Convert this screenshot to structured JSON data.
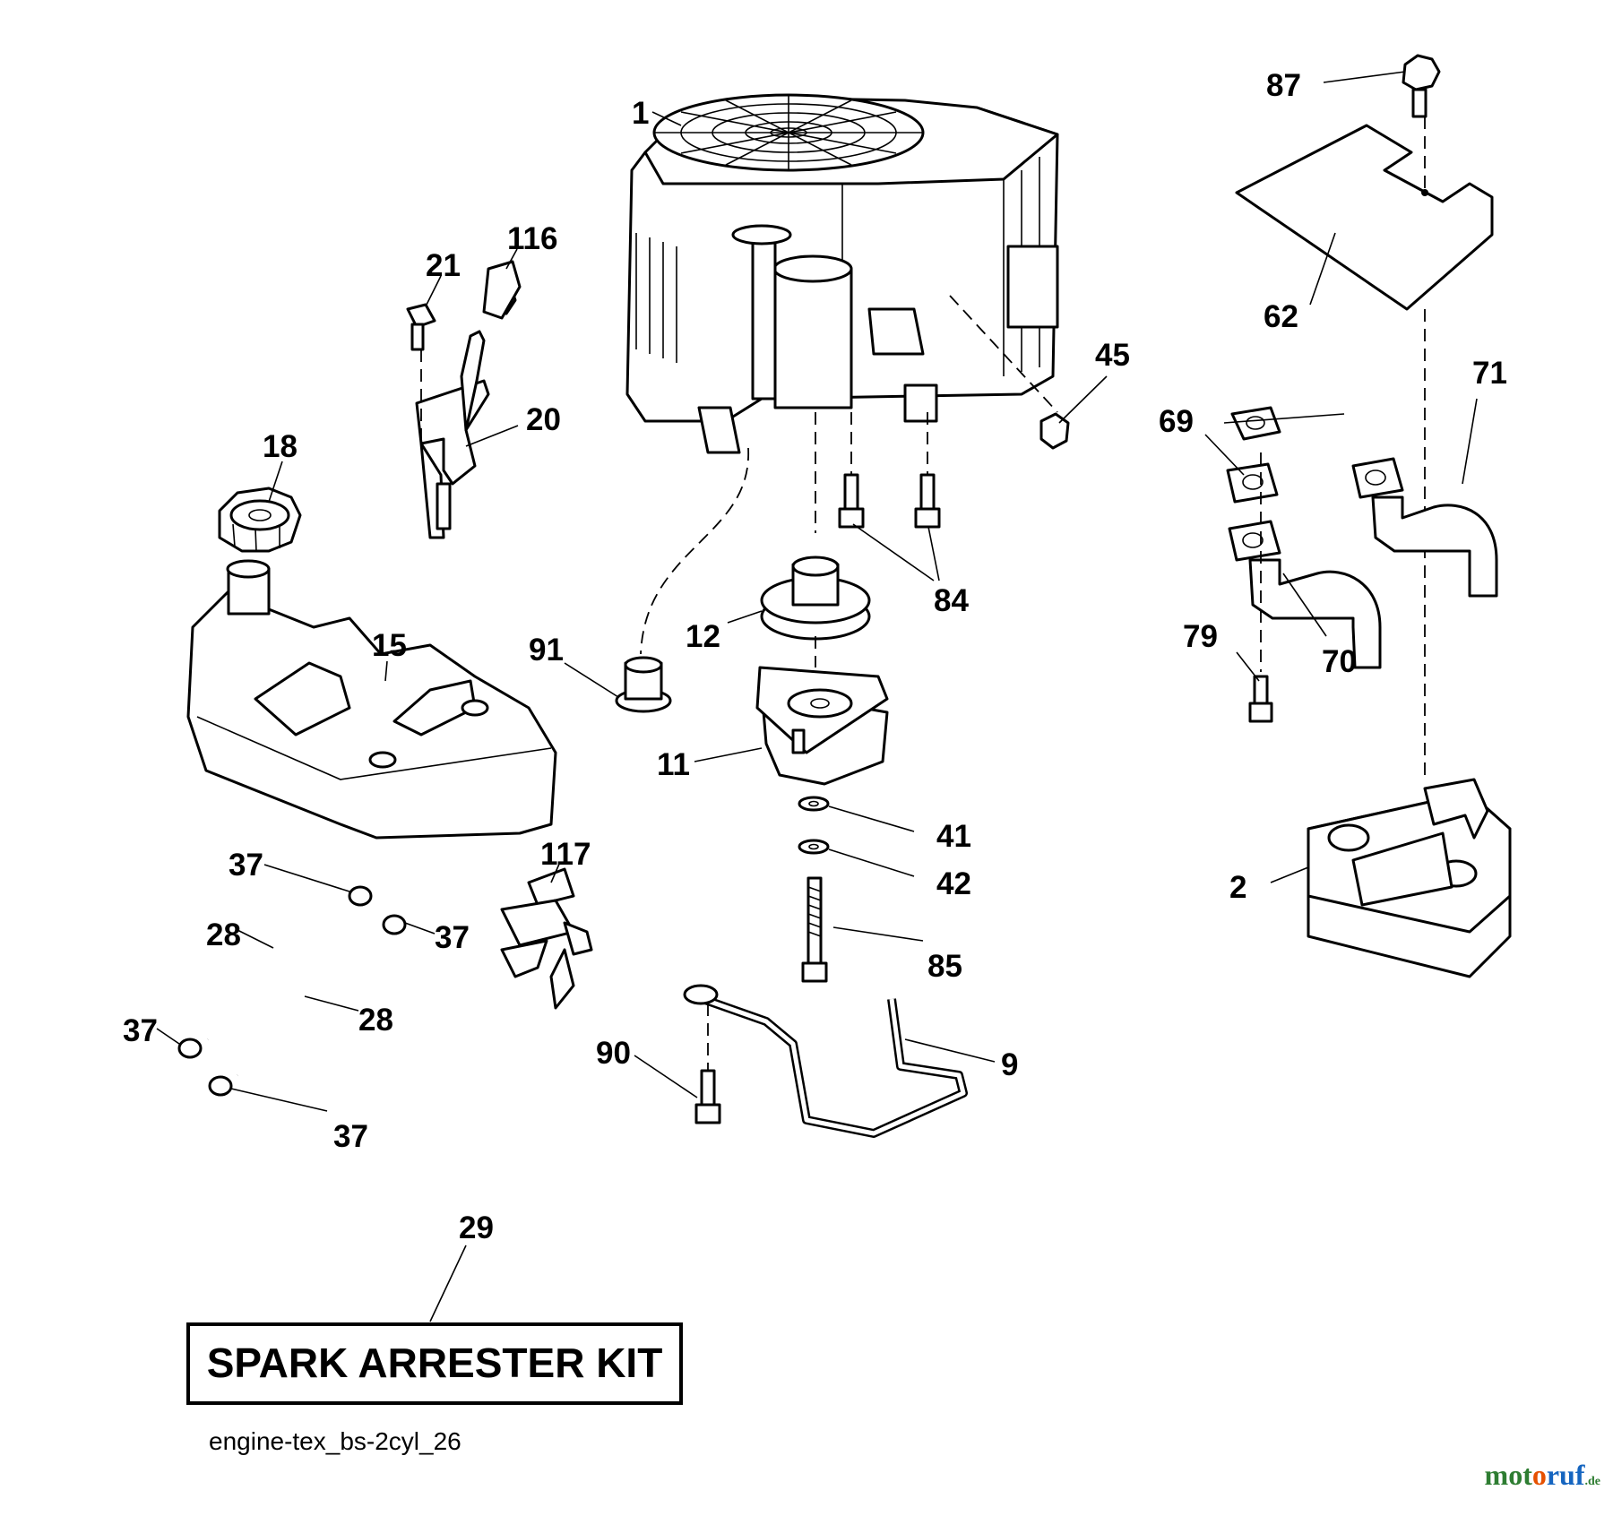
{
  "labels": {
    "p1": "1",
    "p87": "87",
    "p116": "116",
    "p21": "21",
    "p62": "62",
    "p45": "45",
    "p71": "71",
    "p20": "20",
    "p69": "69",
    "p18": "18",
    "p84": "84",
    "p12": "12",
    "p91": "91",
    "p15": "15",
    "p79": "79",
    "p70": "70",
    "p11": "11",
    "p41": "41",
    "p42": "42",
    "p2": "2",
    "p117": "117",
    "p37a": "37",
    "p37b": "37",
    "p37c": "37",
    "p37d": "37",
    "p28a": "28",
    "p28b": "28",
    "p85": "85",
    "p90": "90",
    "p9": "9",
    "p29": "29"
  },
  "kit_box": {
    "text": "SPARK ARRESTER KIT"
  },
  "diagram_code": "engine-tex_bs-2cyl_26",
  "watermark": {
    "part1": "mot",
    "part2": "o",
    "part3": "ruf",
    "suffix": ".de"
  }
}
